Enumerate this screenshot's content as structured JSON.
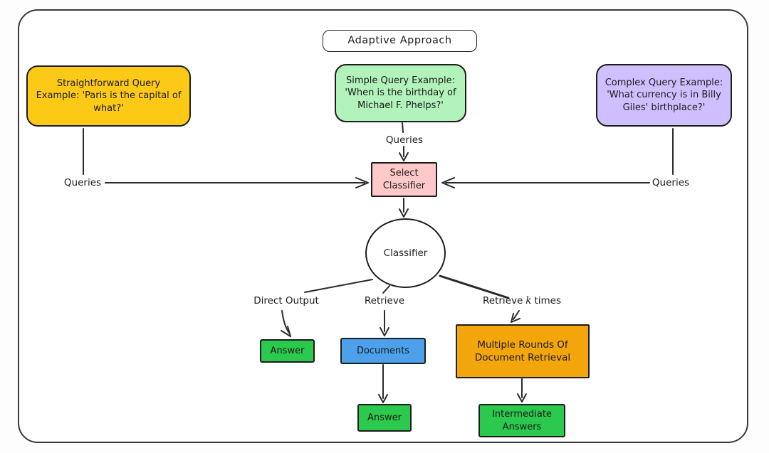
{
  "title": {
    "label": "Adaptive Approach"
  },
  "colors": {
    "yellow": "#fcca16",
    "light_green": "#b2f2bb",
    "purple": "#d0bfff",
    "pink": "#ffc9c9",
    "green": "#2bc94d",
    "blue": "#4da0ea",
    "orange": "#f3a50c",
    "stroke": "#2a2a2a",
    "white": "#ffffff"
  },
  "query_boxes": {
    "straightforward": {
      "text": "Straightforward Query Example: 'Paris is the capital of what?'"
    },
    "simple": {
      "text": "Simple Query Example: 'When is the birthday of Michael F. Phelps?'"
    },
    "complex": {
      "text": "Complex Query Example: 'What currency is in Billy Giles' birthplace?'"
    }
  },
  "edge_labels": {
    "queries_left": "Queries",
    "queries_top": "Queries",
    "queries_right": "Queries",
    "direct_output": "Direct Output",
    "retrieve": "Retrieve",
    "retrieve_k_prefix": "Retrieve",
    "retrieve_k": "k",
    "retrieve_k_suffix": "times"
  },
  "nodes": {
    "select_classifier": "Select Classifier",
    "classifier": "Classifier",
    "answer_direct": "Answer",
    "documents": "Documents",
    "multiple_rounds": "Multiple Rounds Of Document Retrieval",
    "answer_retrieve": "Answer",
    "intermediate_answers": "Intermediate Answers"
  }
}
